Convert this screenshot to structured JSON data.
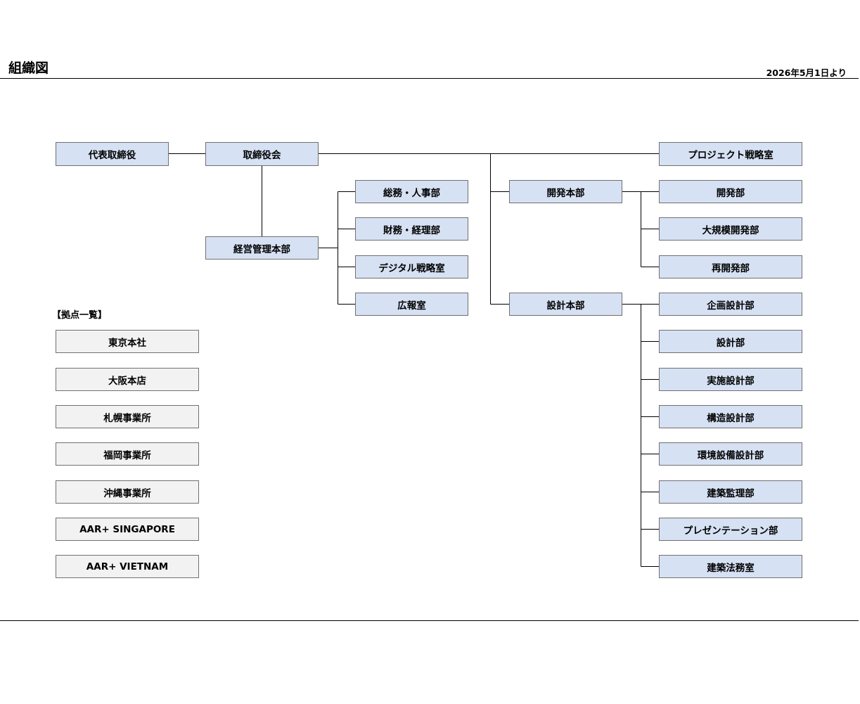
{
  "header": {
    "title": "組織図",
    "date": "2026年5月1日より"
  },
  "org": {
    "ceo": "代表取締役",
    "board": "取締役会",
    "admin_hq": "経営管理本部",
    "admin_depts": [
      "総務・人事部",
      "財務・経理部",
      "デジタル戦略室",
      "広報室"
    ],
    "project_office": "プロジェクト戦略室",
    "dev_hq": "開発本部",
    "dev_depts": [
      "開発部",
      "大規模開発部",
      "再開発部"
    ],
    "design_hq": "設計本部",
    "design_depts": [
      "企画設計部",
      "設計部",
      "実施設計部",
      "構造設計部",
      "環境設備設計部",
      "建築監理部",
      "プレゼンテーション部",
      "建築法務室"
    ]
  },
  "locations": {
    "header": "【拠点一覧】",
    "items": [
      "東京本社",
      "大阪本店",
      "札幌事業所",
      "福岡事業所",
      "沖縄事業所",
      "AAR+ SINGAPORE",
      "AAR+ VIETNAM"
    ]
  },
  "colors": {
    "dept_fill": "#d6e1f3",
    "location_fill": "#f2f2f2",
    "border": "#707070",
    "line": "#000000"
  }
}
